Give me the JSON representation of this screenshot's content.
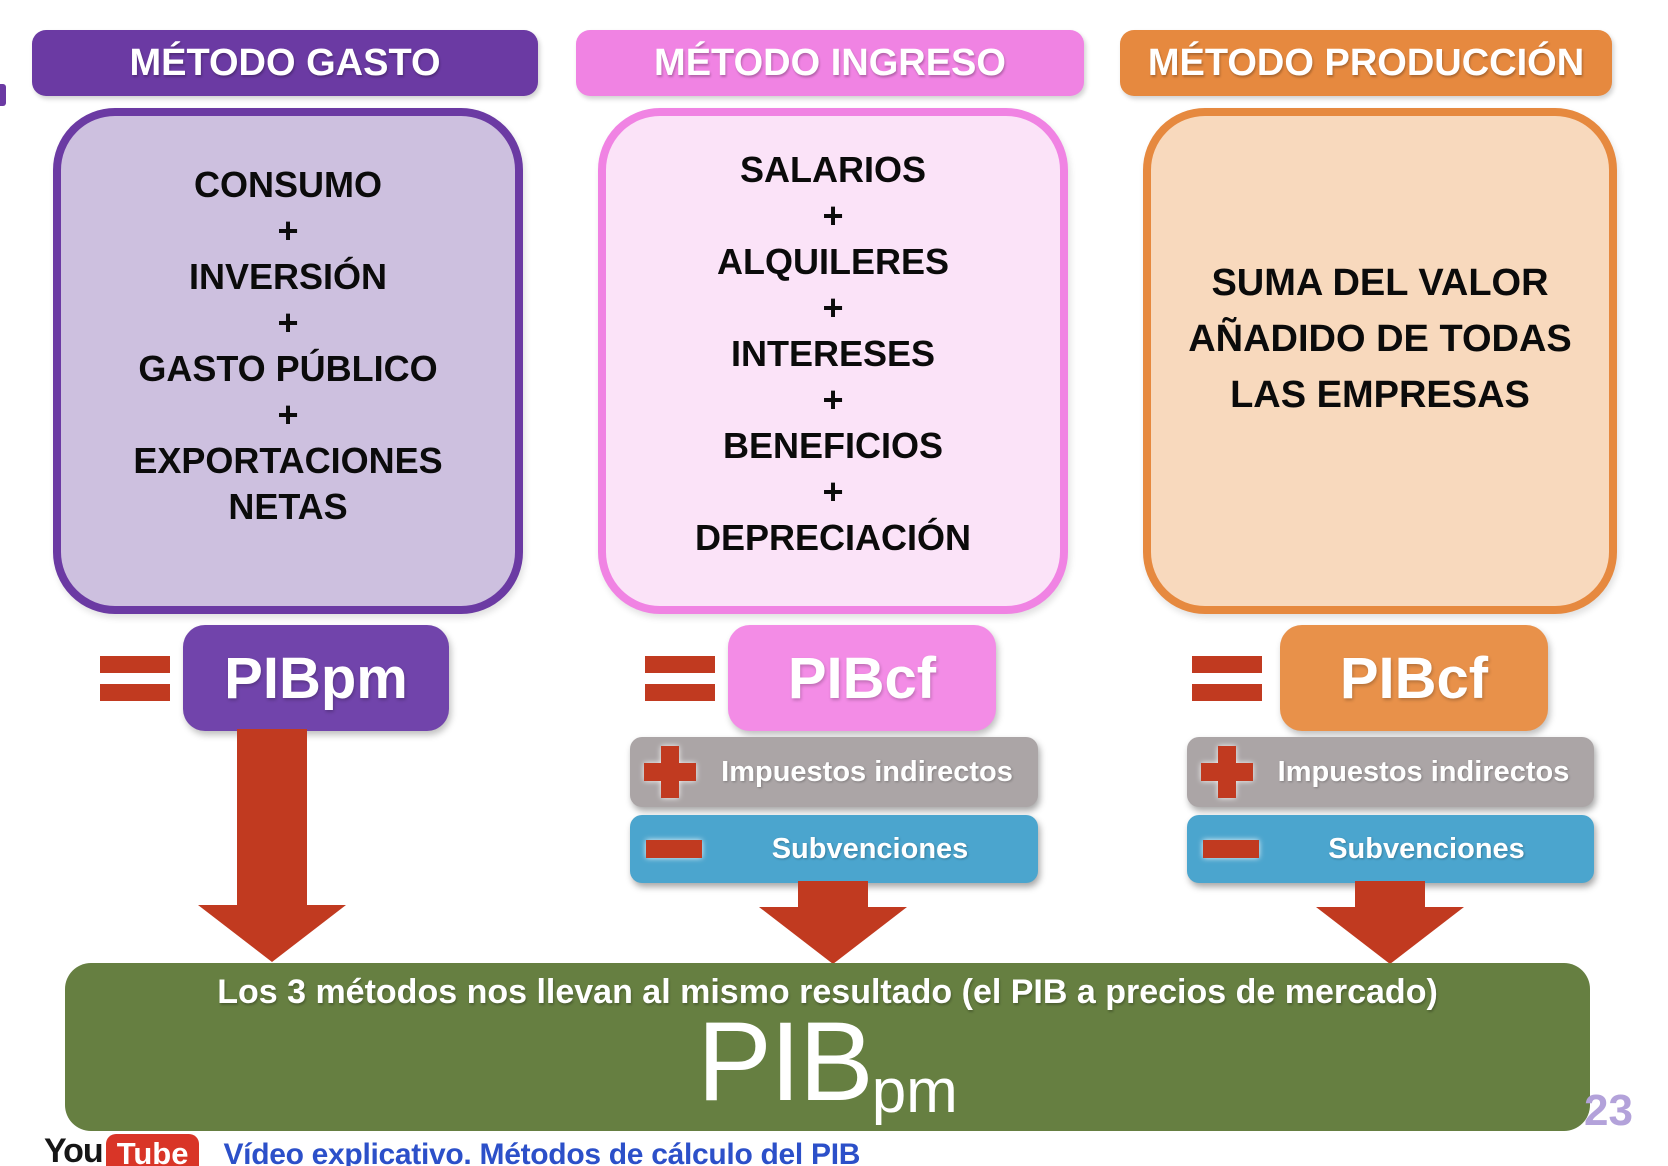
{
  "colors": {
    "purple": "#6B3AA3",
    "purpleLight": "#CDC0DF",
    "purpleBox": "#7144AB",
    "pink": "#F083E3",
    "pinkLight": "#FBE3F8",
    "pinkBox": "#F38CE6",
    "orange": "#E6893F",
    "orangeLight": "#F8D9BD",
    "orangeBox": "#E8914A",
    "red": "#C13A20",
    "gray": "#ABA5A6",
    "blue": "#4BA5CE",
    "green": "#667F41",
    "pageNum": "#B3A2DA",
    "captionBlue": "#2C50C9",
    "ytRed": "#D93527"
  },
  "icons": {
    "equals": "css-double-bar",
    "plus": "css-cross",
    "minus": "css-bar",
    "down_arrow": "css-triangle"
  },
  "columns": [
    {
      "header": "MÉTODO GASTO",
      "lines": [
        "CONSUMO",
        "+",
        "INVERSIÓN",
        "+",
        "GASTO PÚBLICO",
        "+",
        "EXPORTACIONES",
        "NETAS"
      ],
      "result": "PIBpm"
    },
    {
      "header": "MÉTODO INGRESO",
      "lines": [
        "SALARIOS",
        "+",
        "ALQUILERES",
        "+",
        "INTERESES",
        "+",
        "BENEFICIOS",
        "+",
        "DEPRECIACIÓN"
      ],
      "result": "PIBcf",
      "plus_label": "Impuestos indirectos",
      "minus_label": "Subvenciones"
    },
    {
      "header": "MÉTODO PRODUCCIÓN",
      "lines": [
        "SUMA DEL VALOR",
        "AÑADIDO DE TODAS",
        "LAS EMPRESAS"
      ],
      "result": "PIBcf",
      "plus_label": "Impuestos indirectos",
      "minus_label": "Subvenciones"
    }
  ],
  "result_box": {
    "title": "Los 3 métodos nos llevan al mismo resultado (el PIB a precios de mercado)",
    "big": "PIB",
    "subscript": "pm"
  },
  "page_number": "23",
  "footer": {
    "you": "You",
    "tube": "Tube",
    "caption": "Vídeo explicativo. Métodos de cálculo del PIB"
  }
}
